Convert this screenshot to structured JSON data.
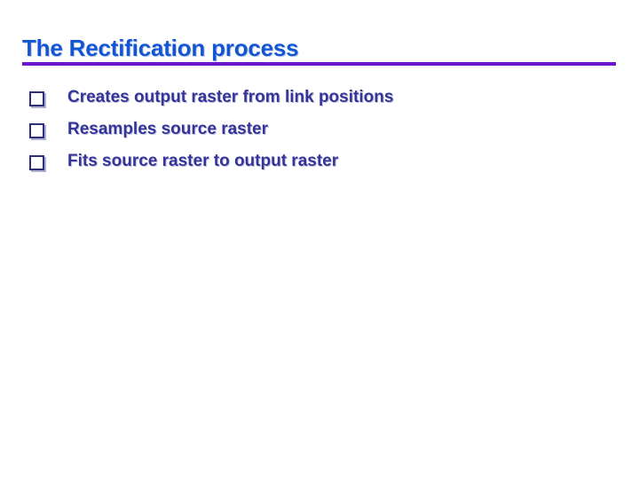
{
  "slide": {
    "title": "The Rectification process",
    "title_color": "#1356D4",
    "rule_color": "#6A17C8",
    "body_color": "#343499",
    "background_color": "#FFFFFF",
    "bullet_glyph": "hollow-square",
    "bullets": [
      {
        "text": "Creates output raster from link positions"
      },
      {
        "text": "Resamples source raster"
      },
      {
        "text": "Fits source raster to output raster"
      }
    ]
  }
}
